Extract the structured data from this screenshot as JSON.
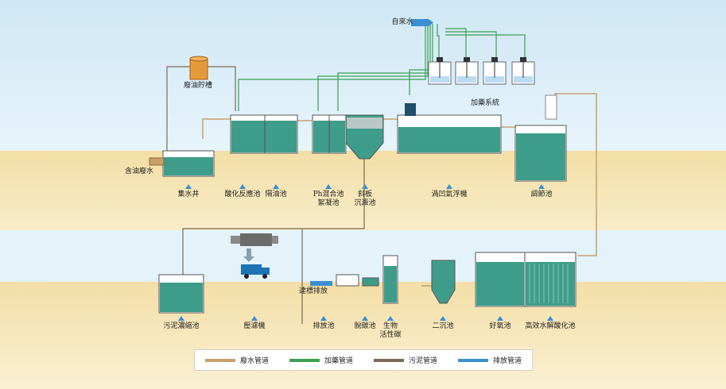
{
  "labels": {
    "tap_water": "自來水",
    "oil_storage": "廢油貯槽",
    "oily_wastewater": "含油廢水",
    "dosing_system": "加藥系統",
    "sump": "集水井",
    "acid_reaction": "酸化反應池",
    "oil_separator": "隔油池",
    "ph_mix": "Ph混合池",
    "coag": "絮凝池",
    "incline_plate": "斜板",
    "settle": "沉澱池",
    "flotation": "渦凹氣浮機",
    "regulating": "調節池",
    "sludge_thickener": "污泥濃縮池",
    "filter_press": "壓濾機",
    "standard_discharge": "達標排放",
    "discharge_pool": "排放池",
    "sludge_pool": "脫碳池",
    "bio_carbon": "生物",
    "bio_carbon2": "活性碳",
    "secondary_settle": "二沉池",
    "aerobic": "好氧池",
    "hydrolysis": "高效水解酸化池"
  },
  "legend": [
    {
      "label": "廢水管道",
      "color": "#c8a06a"
    },
    {
      "label": "加藥管道",
      "color": "#3aa150"
    },
    {
      "label": "污泥管道",
      "color": "#7a6a58"
    },
    {
      "label": "排放管道",
      "color": "#3a8fd0"
    }
  ],
  "colors": {
    "sky": "#e2f1fa",
    "ground": "#f4e2b0",
    "water": "#3d9d8a",
    "pipe": "#c8a06a",
    "chem": "#3aa150",
    "sludge": "#7a6a58",
    "discharge": "#3a8fd0"
  }
}
